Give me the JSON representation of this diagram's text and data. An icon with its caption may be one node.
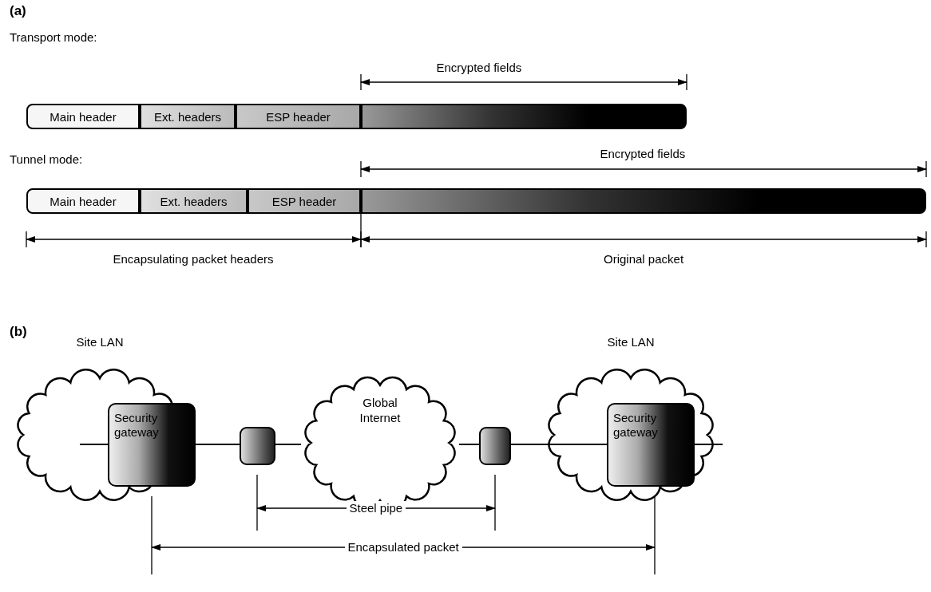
{
  "diagram": {
    "nodes": [
      {
        "text": [
          "Main header"
        ]
      },
      {
        "text": [
          "Ext. headers"
        ]
      },
      {
        "text": [
          "ESP header"
        ]
      },
      {
        "text": [],
        "shape": "bar"
      },
      {
        "text": [
          "Main header"
        ]
      },
      {
        "text": [
          "Ext. headers"
        ]
      },
      {
        "text": [
          "ESP header"
        ]
      },
      {
        "text": [],
        "shape": "bar"
      },
      {
        "text": [
          "Site LAN"
        ]
      },
      {
        "text": [
          "Security gateway"
        ],
        "in": 8
      },
      {
        "text": [],
        "shape": "box"
      },
      {
        "text": [
          "Global Internet"
        ]
      },
      {
        "text": [],
        "shape": "box"
      },
      {
        "text": [
          "Site LAN"
        ]
      },
      {
        "text": [
          "Security gateway"
        ],
        "in": 13
      }
    ],
    "edges": [
      {
        "from": null,
        "to": 9,
        "arrow": "none"
      },
      {
        "from": 9,
        "to": 10,
        "arrow": "none"
      },
      {
        "from": 10,
        "to": 11,
        "arrow": "none"
      },
      {
        "from": 11,
        "to": 12,
        "arrow": "none"
      },
      {
        "from": 12,
        "to": 14,
        "arrow": "none"
      },
      {
        "from": 14,
        "to": null,
        "arrow": "none"
      }
    ],
    "labels": [
      "(a)",
      "Transport mode:",
      "Encrypted fields",
      "Tunnel mode:",
      "Encrypted fields",
      "Encapsulating packet headers",
      "Original packet",
      "(b)",
      "Steel pipe",
      "Encapsulated packet"
    ]
  }
}
